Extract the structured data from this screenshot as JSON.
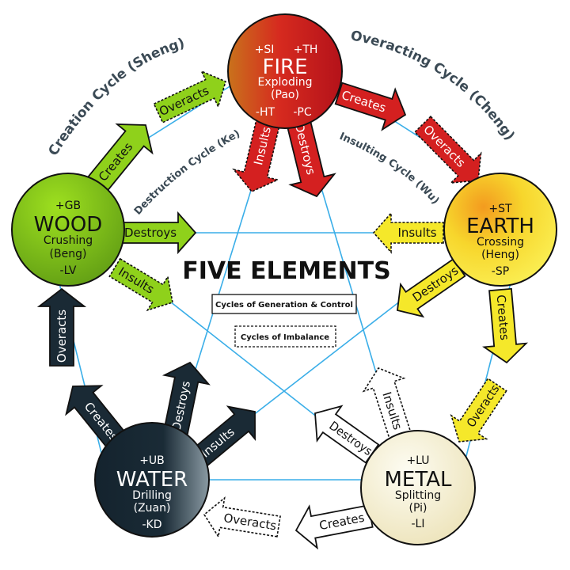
{
  "title": "FIVE ELEMENTS",
  "legend": {
    "solid": "Cycles of Generation & Control",
    "dashed": "Cycles of Imbalance"
  },
  "cycles": {
    "creation": "Creation Cycle (Sheng)",
    "overacting": "Overacting Cycle (Cheng)",
    "destruction": "Destruction Cycle (Ke)",
    "insulting": "Insulting Cycle (Wu)"
  },
  "elements": {
    "fire": {
      "top_left": "+SI",
      "top_right": "+TH",
      "name": "FIRE",
      "line1": "Exploding",
      "line2": "(Pao)",
      "bottom_left": "-HT",
      "bottom_right": "-PC"
    },
    "earth": {
      "top": "+ST",
      "name": "EARTH",
      "line1": "Crossing",
      "line2": "(Heng)",
      "bottom": "-SP"
    },
    "metal": {
      "top": "+LU",
      "name": "METAL",
      "line1": "Splitting",
      "line2": "(Pi)",
      "bottom": "-LI"
    },
    "water": {
      "top": "+UB",
      "name": "WATER",
      "line1": "Drilling",
      "line2": "(Zuan)",
      "bottom": "-KD"
    },
    "wood": {
      "top": "+GB",
      "name": "WOOD",
      "line1": "Crushing",
      "line2": "(Beng)",
      "bottom": "-LV"
    }
  },
  "arrow_labels": {
    "creates": "Creates",
    "overacts": "Overacts",
    "destroys": "Destroys",
    "insults": "Insults"
  },
  "colors": {
    "fire": "#d42020",
    "earth": "#f5e82a",
    "metal": "#f4eecf",
    "water": "#1a2a35",
    "wood": "#8fd11b",
    "line": "#3aaee8"
  }
}
